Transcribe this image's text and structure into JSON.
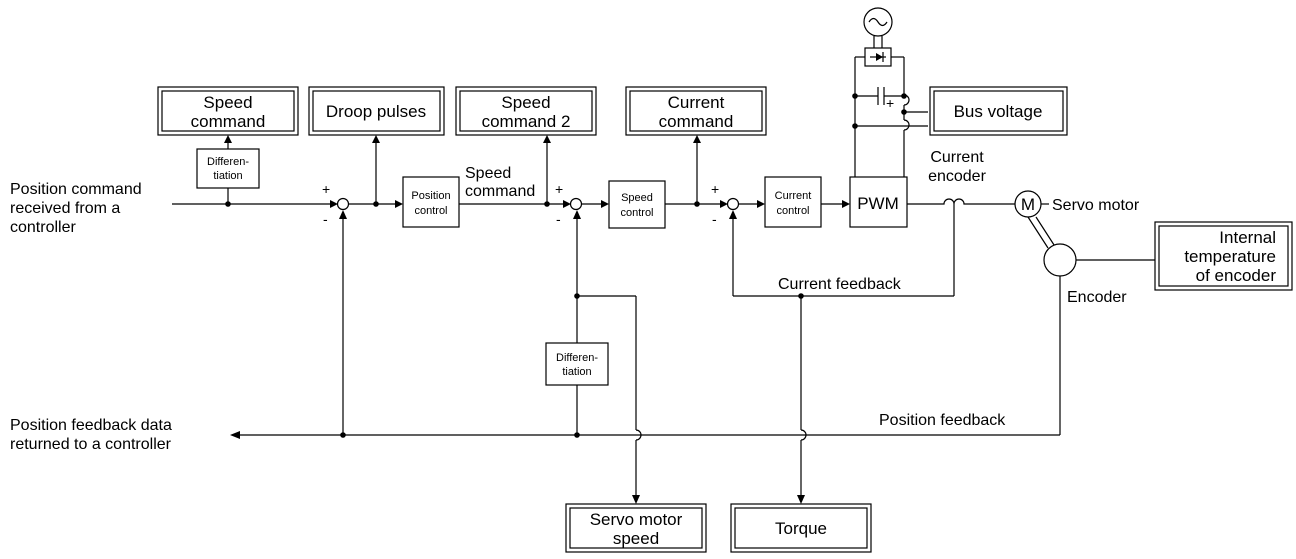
{
  "input_label": [
    "Position command",
    "received from a",
    "controller"
  ],
  "output_label": [
    "Position feedback data",
    "returned to a controller"
  ],
  "monitors": {
    "speed_command": [
      "Speed",
      "command"
    ],
    "droop_pulses": [
      "Droop pulses"
    ],
    "speed_command_2": [
      "Speed",
      "command 2"
    ],
    "current_command": [
      "Current",
      "command"
    ],
    "bus_voltage": [
      "Bus voltage"
    ],
    "internal_temperature": [
      "Internal",
      "temperature",
      "of encoder"
    ],
    "servo_motor_speed": [
      "Servo motor",
      "speed"
    ],
    "torque": [
      "Torque"
    ]
  },
  "blocks": {
    "differentiation_1": [
      "Differen-",
      "tiation"
    ],
    "position_control": [
      "Position",
      "control"
    ],
    "speed_control": [
      "Speed",
      "control"
    ],
    "current_control": [
      "Current",
      "control"
    ],
    "pwm": [
      "PWM"
    ],
    "differentiation_2": [
      "Differen-",
      "tiation"
    ]
  },
  "signals": {
    "speed_command": [
      "Speed",
      "command"
    ],
    "current_encoder": [
      "Current",
      "encoder"
    ],
    "servo_motor": "Servo motor",
    "motor_symbol": "M",
    "encoder": "Encoder",
    "current_feedback": "Current feedback",
    "position_feedback": "Position feedback"
  },
  "signs": {
    "plus": "+",
    "minus": "-"
  }
}
